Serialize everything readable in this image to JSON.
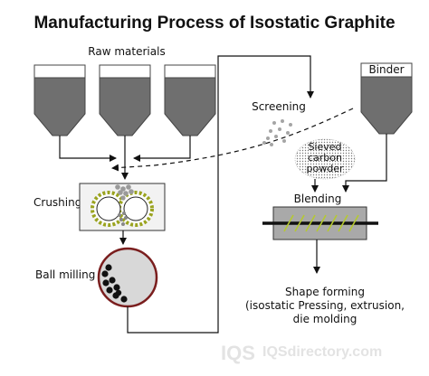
{
  "title": "Manufacturing Process of Isostatic Graphite",
  "labels": {
    "raw_materials": "Raw materials",
    "binder": "Binder",
    "screening": "Screening",
    "sieved_line1": "Sieved",
    "sieved_line2": "carbon",
    "sieved_line3": "powder",
    "crushing": "Crushing",
    "blending": "Blending",
    "ball_milling": "Ball milling",
    "shape_line1": "Shape forming",
    "shape_line2": "(isostatic Pressing, extrusion,",
    "shape_line3": "die molding"
  },
  "watermark": {
    "logo": "IQS",
    "url": "IQSdirectory.com"
  },
  "colors": {
    "hopper": "#6f6f6f",
    "crusher_bg": "#f2f2f2",
    "roller_ring": "#9aa31f",
    "mill_ring": "#7a1e1e",
    "mill_fill": "#d8d8d8",
    "blender_body": "#a9a9a9",
    "spiral": "#b5c930",
    "watermark": "#e3e3e3"
  }
}
